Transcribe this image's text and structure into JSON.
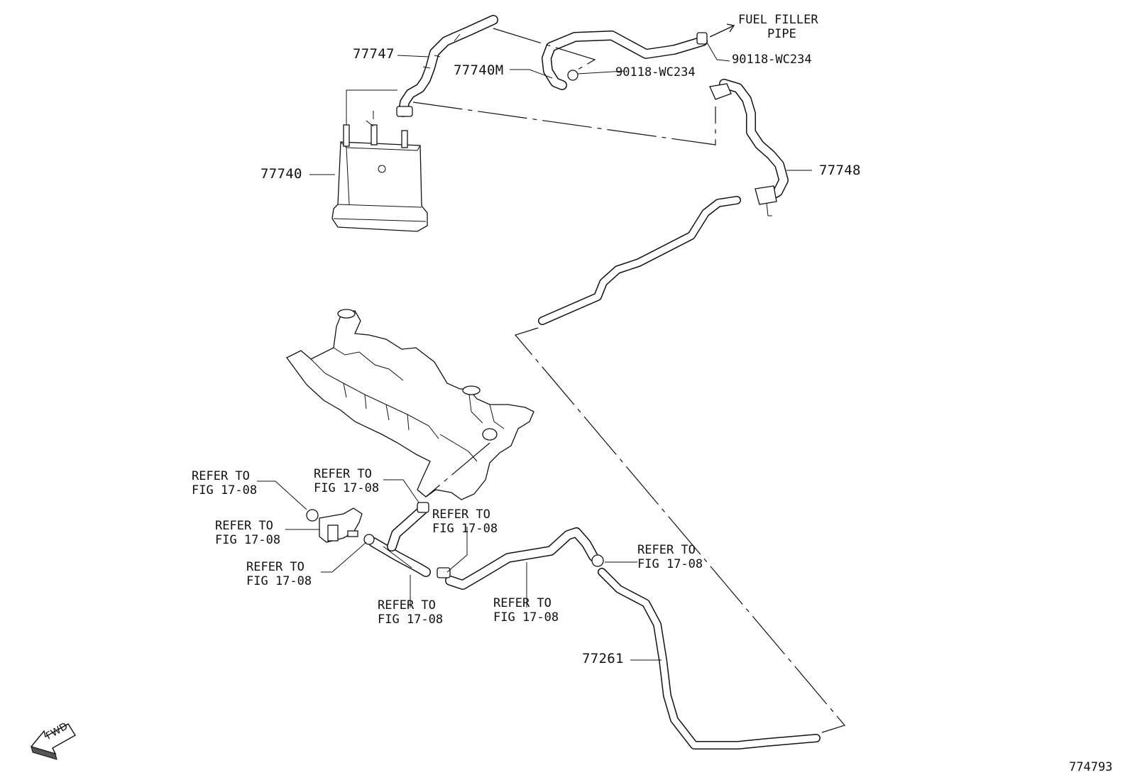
{
  "labels": {
    "p77747": "77747",
    "p77740m": "77740M",
    "p77740": "77740",
    "p77748": "77748",
    "p77261": "77261",
    "clamp_a": "90118-WC234",
    "clamp_b": "90118-WC234",
    "fuel_filler": "FUEL FILLER\n    PIPE",
    "refer1": "REFER TO\nFIG 17-08",
    "refer2": "REFER TO\nFIG 17-08",
    "refer3": "REFER TO\nFIG 17-08",
    "refer4": "REFER TO\nFIG 17-08",
    "refer5": "REFER TO\nFIG 17-08",
    "refer6": "REFER TO\nFIG 17-08",
    "refer7": "REFER TO\nFIG 17-08",
    "refer8": "REFER TO\nFIG 17-08",
    "fwd": "FWD",
    "figure_number": "774793"
  }
}
